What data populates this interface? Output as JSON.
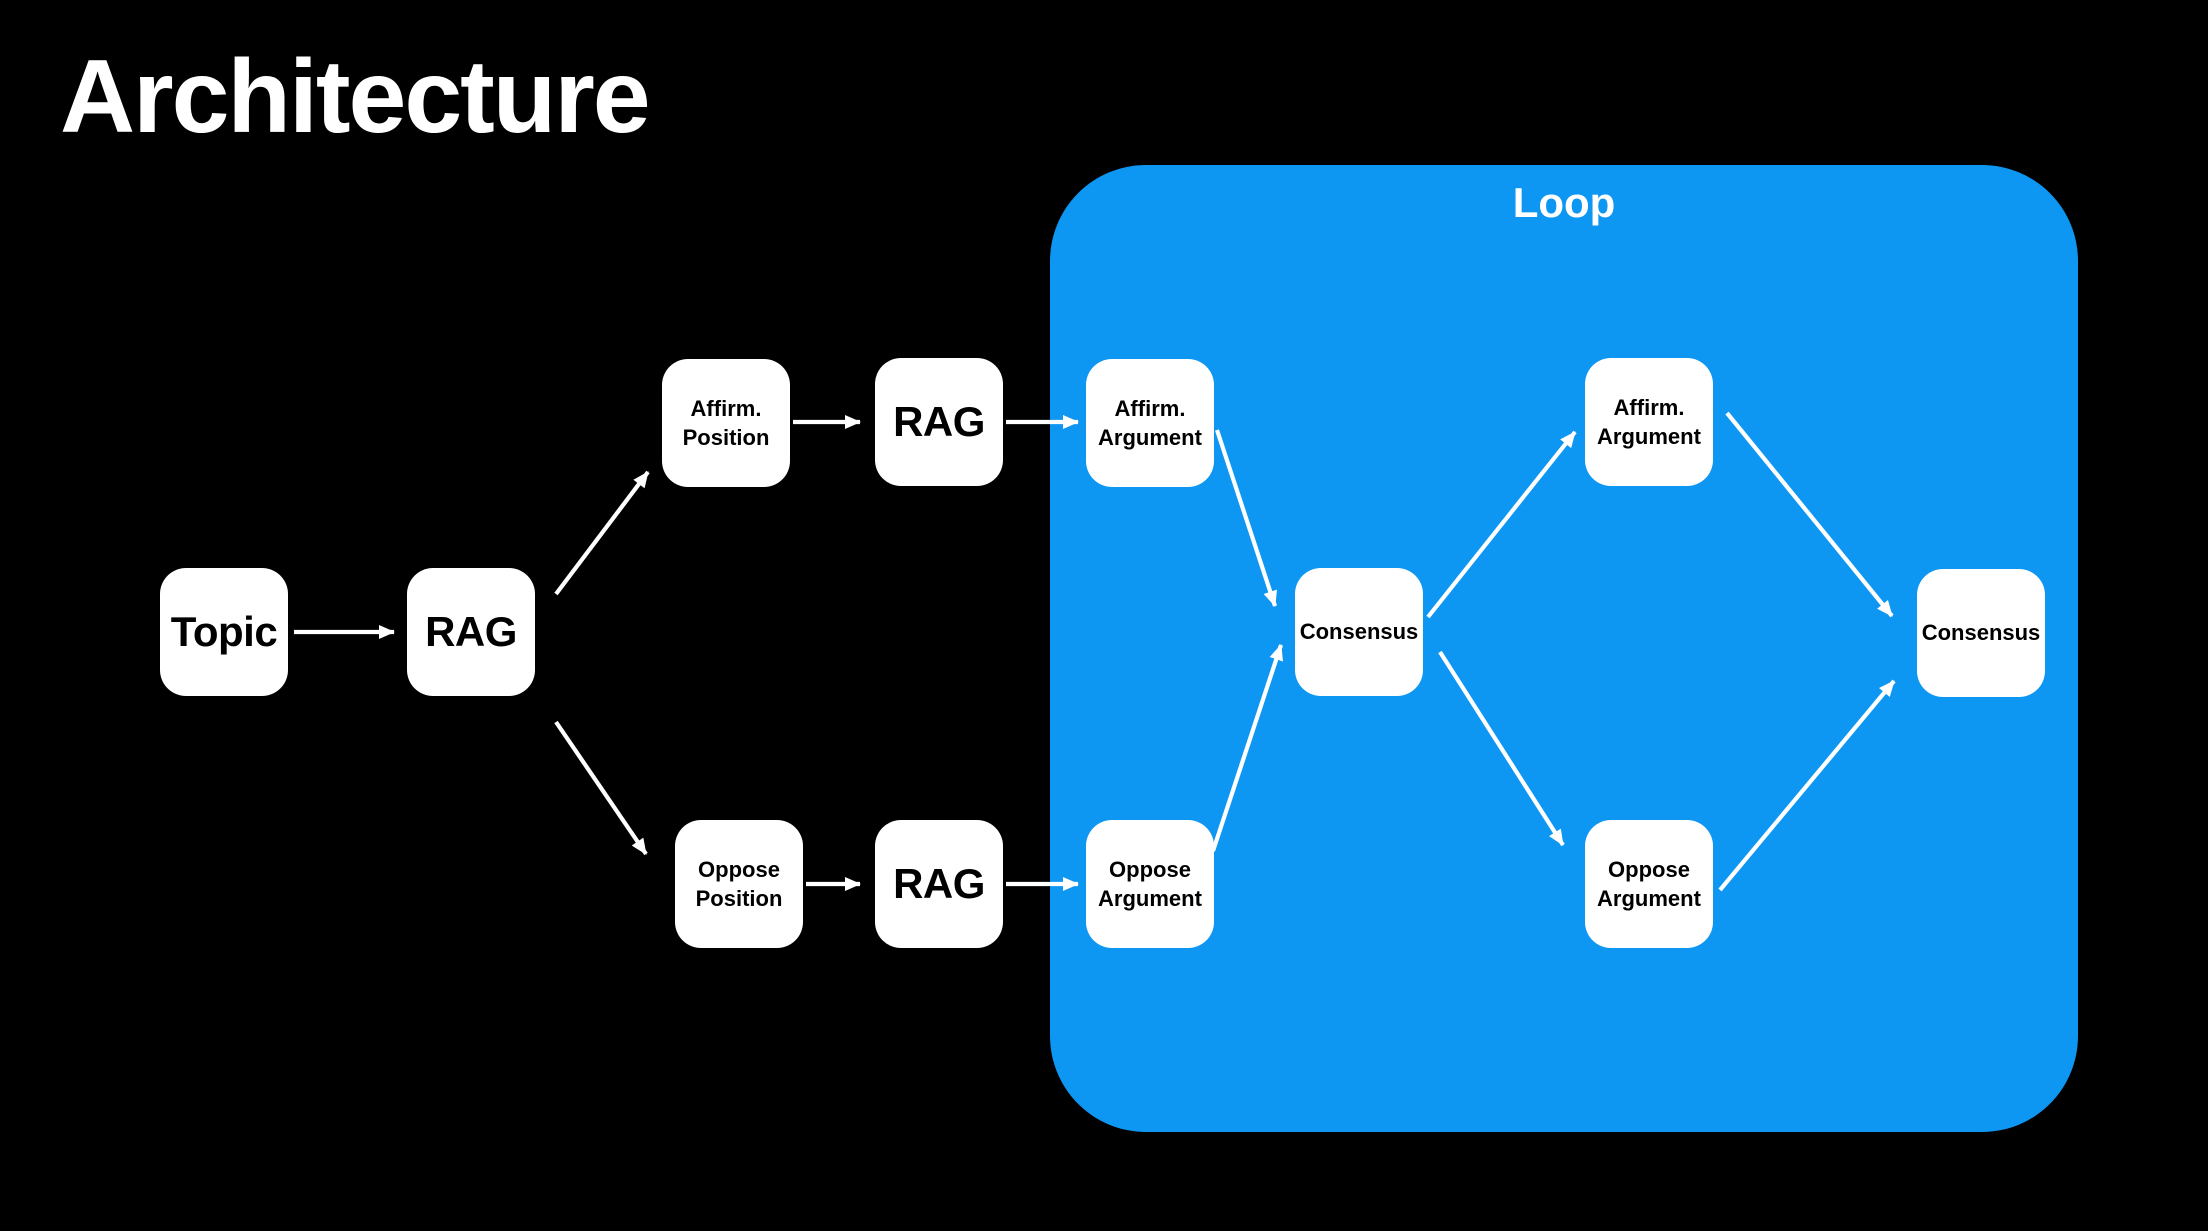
{
  "slide": {
    "title": "Architecture"
  },
  "loop": {
    "label": "Loop"
  },
  "colors": {
    "background": "#000000",
    "loop_fill": "#0d96f2",
    "node_fill": "#ffffff",
    "node_text": "#000000",
    "title_text": "#ffffff",
    "arrow": "#ffffff"
  },
  "nodes": [
    {
      "id": "topic",
      "label": "Topic",
      "size": "large"
    },
    {
      "id": "rag-1",
      "label": "RAG",
      "size": "large"
    },
    {
      "id": "affirm-position",
      "label": "Affirm.\nPosition",
      "size": "small"
    },
    {
      "id": "oppose-position",
      "label": "Oppose\nPosition",
      "size": "small"
    },
    {
      "id": "rag-2",
      "label": "RAG",
      "size": "large"
    },
    {
      "id": "rag-3",
      "label": "RAG",
      "size": "large"
    },
    {
      "id": "affirm-argument-1",
      "label": "Affirm.\nArgument",
      "size": "small"
    },
    {
      "id": "oppose-argument-1",
      "label": "Oppose\nArgument",
      "size": "small"
    },
    {
      "id": "consensus-1",
      "label": "Consensus",
      "size": "small"
    },
    {
      "id": "affirm-argument-2",
      "label": "Affirm.\nArgument",
      "size": "small"
    },
    {
      "id": "oppose-argument-2",
      "label": "Oppose\nArgument",
      "size": "small"
    },
    {
      "id": "consensus-2",
      "label": "Consensus",
      "size": "small"
    }
  ],
  "edges": [
    {
      "from": "topic",
      "to": "rag-1"
    },
    {
      "from": "rag-1",
      "to": "affirm-position"
    },
    {
      "from": "rag-1",
      "to": "oppose-position"
    },
    {
      "from": "affirm-position",
      "to": "rag-2"
    },
    {
      "from": "oppose-position",
      "to": "rag-3"
    },
    {
      "from": "rag-2",
      "to": "affirm-argument-1"
    },
    {
      "from": "rag-3",
      "to": "oppose-argument-1"
    },
    {
      "from": "affirm-argument-1",
      "to": "consensus-1"
    },
    {
      "from": "oppose-argument-1",
      "to": "consensus-1"
    },
    {
      "from": "consensus-1",
      "to": "affirm-argument-2"
    },
    {
      "from": "consensus-1",
      "to": "oppose-argument-2"
    },
    {
      "from": "affirm-argument-2",
      "to": "consensus-2"
    },
    {
      "from": "oppose-argument-2",
      "to": "consensus-2"
    }
  ]
}
